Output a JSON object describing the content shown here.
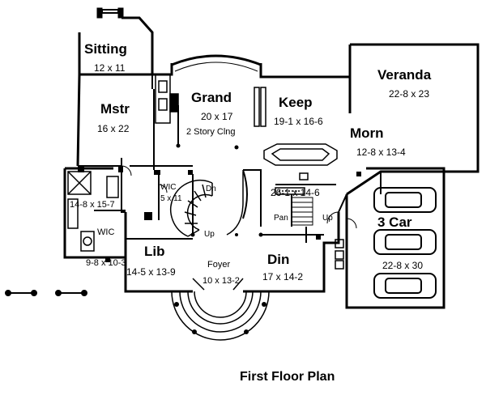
{
  "caption": "First Floor Plan",
  "rooms": {
    "sitting": {
      "name": "Sitting",
      "dim": "12 x 11"
    },
    "master": {
      "name": "Mstr",
      "dim": "16 x 22"
    },
    "grand": {
      "name": "Grand",
      "dim": "20 x 17",
      "note": "2 Story Clng"
    },
    "keep": {
      "name": "Keep",
      "dim": "19-1 x 16-6"
    },
    "veranda": {
      "name": "Veranda",
      "dim": "22-8 x 23"
    },
    "morn": {
      "name": "Morn",
      "dim": "12-8 x 13-4"
    },
    "kitchen": {
      "dim": "26-1 x 14-6"
    },
    "bath": {
      "dim": "14-8 x 15-7"
    },
    "wic_main": {
      "name": "WIC",
      "dim": "9-8 x 10-3"
    },
    "wic_small": {
      "name": "WIC",
      "dim": "5 x 11"
    },
    "library": {
      "name": "Lib",
      "dim": "14-5 x 13-9"
    },
    "foyer": {
      "name": "Foyer",
      "dim": "10 x 13-2"
    },
    "dining": {
      "name": "Din",
      "dim": "17 x 14-2"
    },
    "garage": {
      "name": "3 Car",
      "dim": "22-8 x 30"
    }
  },
  "labels": {
    "dn": "Dn",
    "up_stair": "Up",
    "up_rear": "Up",
    "pan": "Pan"
  }
}
